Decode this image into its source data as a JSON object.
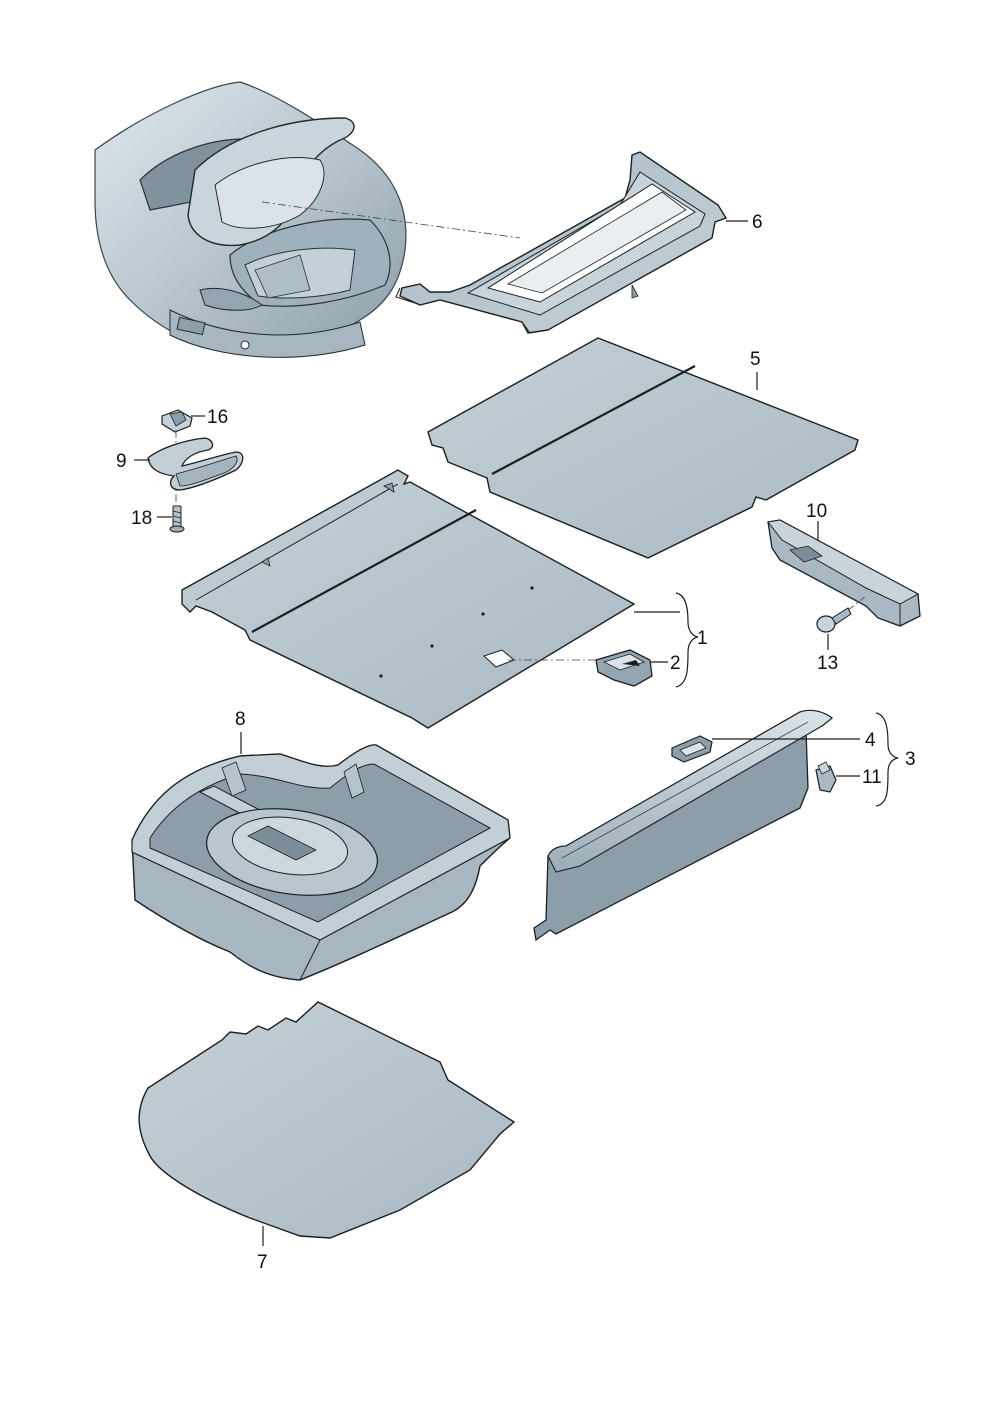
{
  "diagram": {
    "colors": {
      "part_fill": "#b4c3cd",
      "part_fill_light": "#ccd7de",
      "part_fill_dark": "#8c9eaa",
      "outline": "#1b1f22",
      "leader": "#1b1f22",
      "label": "#111111"
    },
    "callouts": [
      {
        "id": "c1",
        "label": "1"
      },
      {
        "id": "c2",
        "label": "2"
      },
      {
        "id": "c3",
        "label": "3"
      },
      {
        "id": "c4",
        "label": "4"
      },
      {
        "id": "c5",
        "label": "5"
      },
      {
        "id": "c6",
        "label": "6"
      },
      {
        "id": "c7",
        "label": "7"
      },
      {
        "id": "c8",
        "label": "8"
      },
      {
        "id": "c9",
        "label": "9"
      },
      {
        "id": "c10",
        "label": "10"
      },
      {
        "id": "c11",
        "label": "11"
      },
      {
        "id": "c13",
        "label": "13"
      },
      {
        "id": "c16",
        "label": "16"
      },
      {
        "id": "c18",
        "label": "18"
      }
    ]
  }
}
